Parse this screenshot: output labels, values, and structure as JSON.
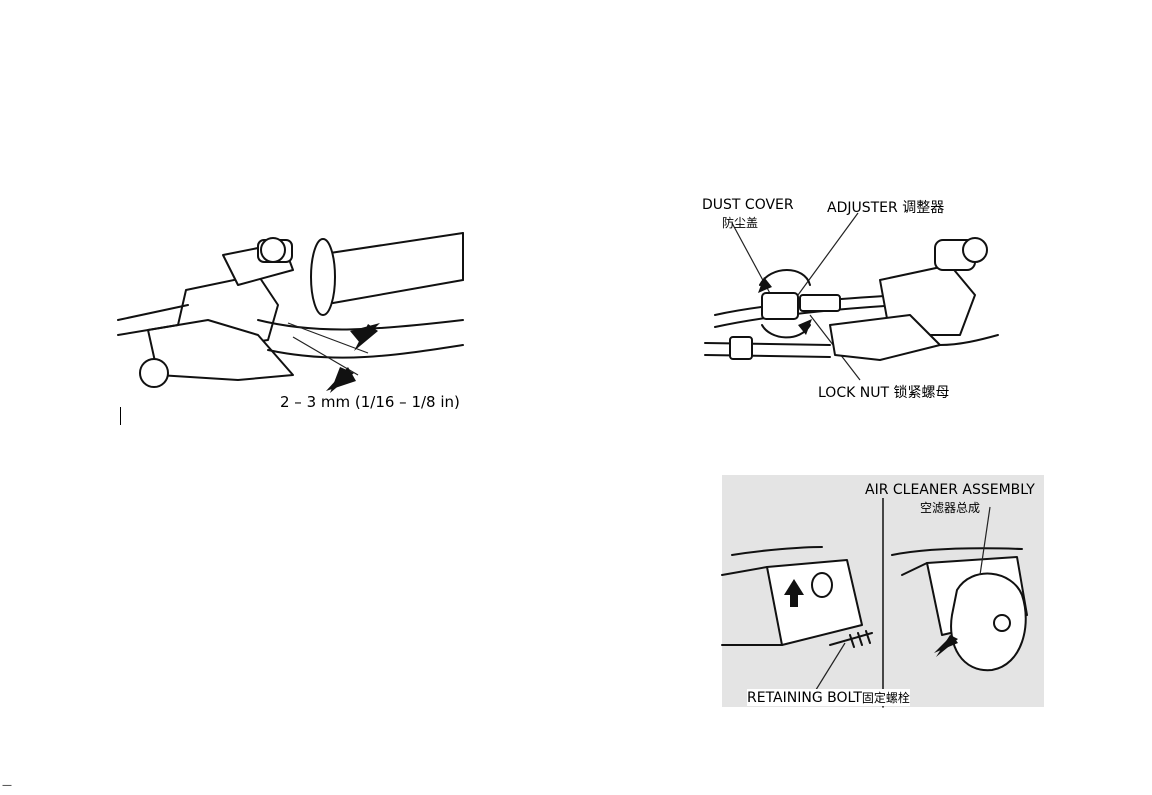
{
  "figure_clutch": {
    "measure_label": "2 – 3 mm (1/16 – 1/8 in)"
  },
  "figure_adjuster": {
    "dust_cover_en": "DUST COVER",
    "dust_cover_zh": "防尘盖",
    "adjuster": "ADJUSTER 调整器",
    "lock_nut": "LOCK NUT 锁紧螺母"
  },
  "figure_air_cleaner": {
    "assembly_en": "AIR CLEANER ASSEMBLY",
    "assembly_zh": "空滤器总成",
    "bolt": "RETAINING BOLT",
    "bolt_zh": "固定螺栓"
  },
  "footer": {
    "mark": "—"
  }
}
